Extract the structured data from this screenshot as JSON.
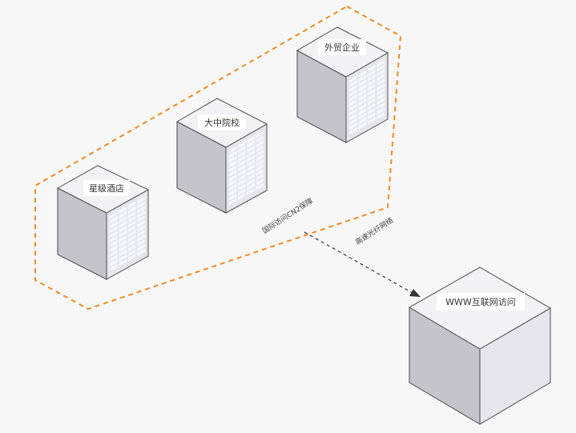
{
  "buildings": [
    {
      "label": "星级酒店"
    },
    {
      "label": "大中院校"
    },
    {
      "label": "外贸企业"
    }
  ],
  "internet": {
    "label": "WWW互联网访问"
  },
  "connection": {
    "label_left": "国际访问CN2保障",
    "label_right": "高速光纤网络"
  },
  "colors": {
    "group_border": "#f08a24",
    "cube_top": "#f2f2f4",
    "cube_left": "#c4c4ca",
    "cube_right": "#e6e6ea",
    "window": "#f5f6fa",
    "edge": "#4a4a52",
    "arrow": "#333333"
  }
}
